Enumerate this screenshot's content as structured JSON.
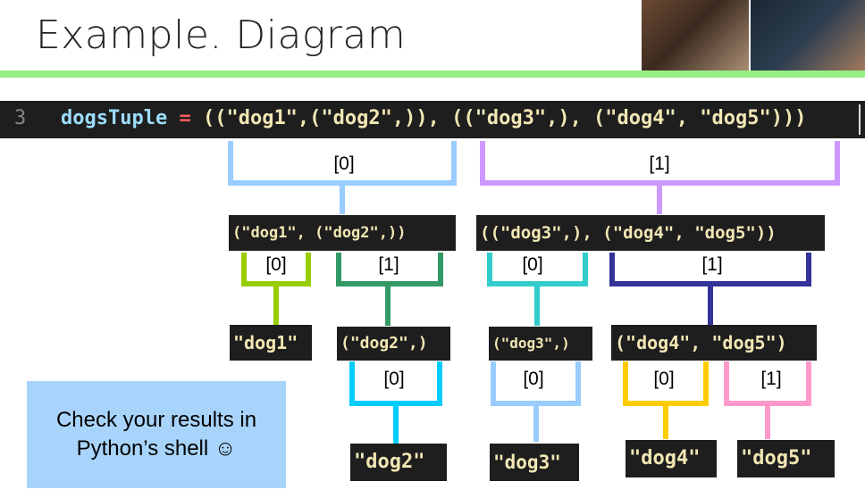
{
  "title": "Example. Diagram",
  "code_line": {
    "line_number": "3",
    "variable": "dogsTuple",
    "operator": "=",
    "value": "((\"dog1\",(\"dog2\",)), ((\"dog3\",), (\"dog4\", \"dog5\")))"
  },
  "level1": {
    "left_expr": "(\"dog1\", (\"dog2\",))",
    "right_expr": "((\"dog3\",), (\"dog4\", \"dog5\"))"
  },
  "level2": {
    "dog1": "\"dog1\"",
    "dog2_tuple": "(\"dog2\",)",
    "dog3_tuple": "(\"dog3\",)",
    "dog45_tuple": "(\"dog4\", \"dog5\")"
  },
  "level3": {
    "dog2": "\"dog2\"",
    "dog3": "\"dog3\"",
    "dog4": "\"dog4\"",
    "dog5": "\"dog5\""
  },
  "labels": {
    "top_left": "[0]",
    "top_right": "[1]",
    "l_0": "[0]",
    "l_1": "[1]",
    "r_0": "[0]",
    "r_1": "[1]",
    "dog2_0": "[0]",
    "dog3_0": "[0]",
    "dog4_0": "[0]",
    "dog5_1": "[1]"
  },
  "note": "Check your results in Python’s shell ☺",
  "colors": {
    "top_left_bracket": "#99ccff",
    "top_right_bracket": "#cc99ff",
    "l0_bracket": "#99cc00",
    "l1_bracket": "#339966",
    "r0_bracket": "#33cccc",
    "r1_bracket": "#333399",
    "dog2_bracket": "#00ccff",
    "dog3_bracket": "#99ccff",
    "dog4_bracket": "#ffcc00",
    "dog5_bracket": "#ff99cc",
    "note_bg": "#a8d4fb"
  }
}
